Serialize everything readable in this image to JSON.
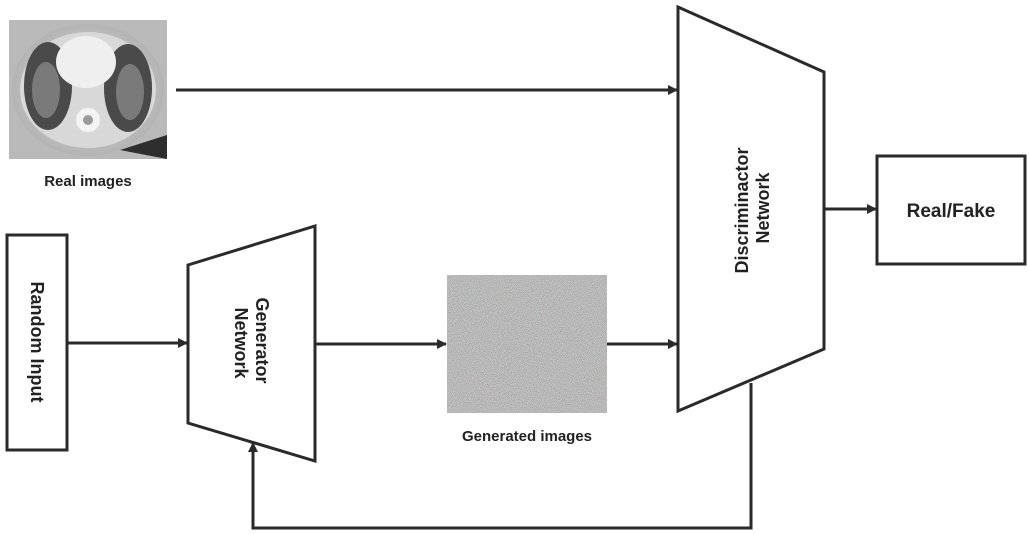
{
  "real_images": {
    "caption": "Real images"
  },
  "random_input": {
    "label": "Random Input"
  },
  "generator": {
    "label_line1": "Generator",
    "label_line2": "Network"
  },
  "generated_images": {
    "caption": "Generated images"
  },
  "discriminator": {
    "label_line1": "Discriminactor",
    "label_line2": "Network"
  },
  "output": {
    "label": "Real/Fake"
  },
  "colors": {
    "stroke": "#2a2a2a",
    "text": "#222222",
    "background": "#ffffff"
  }
}
